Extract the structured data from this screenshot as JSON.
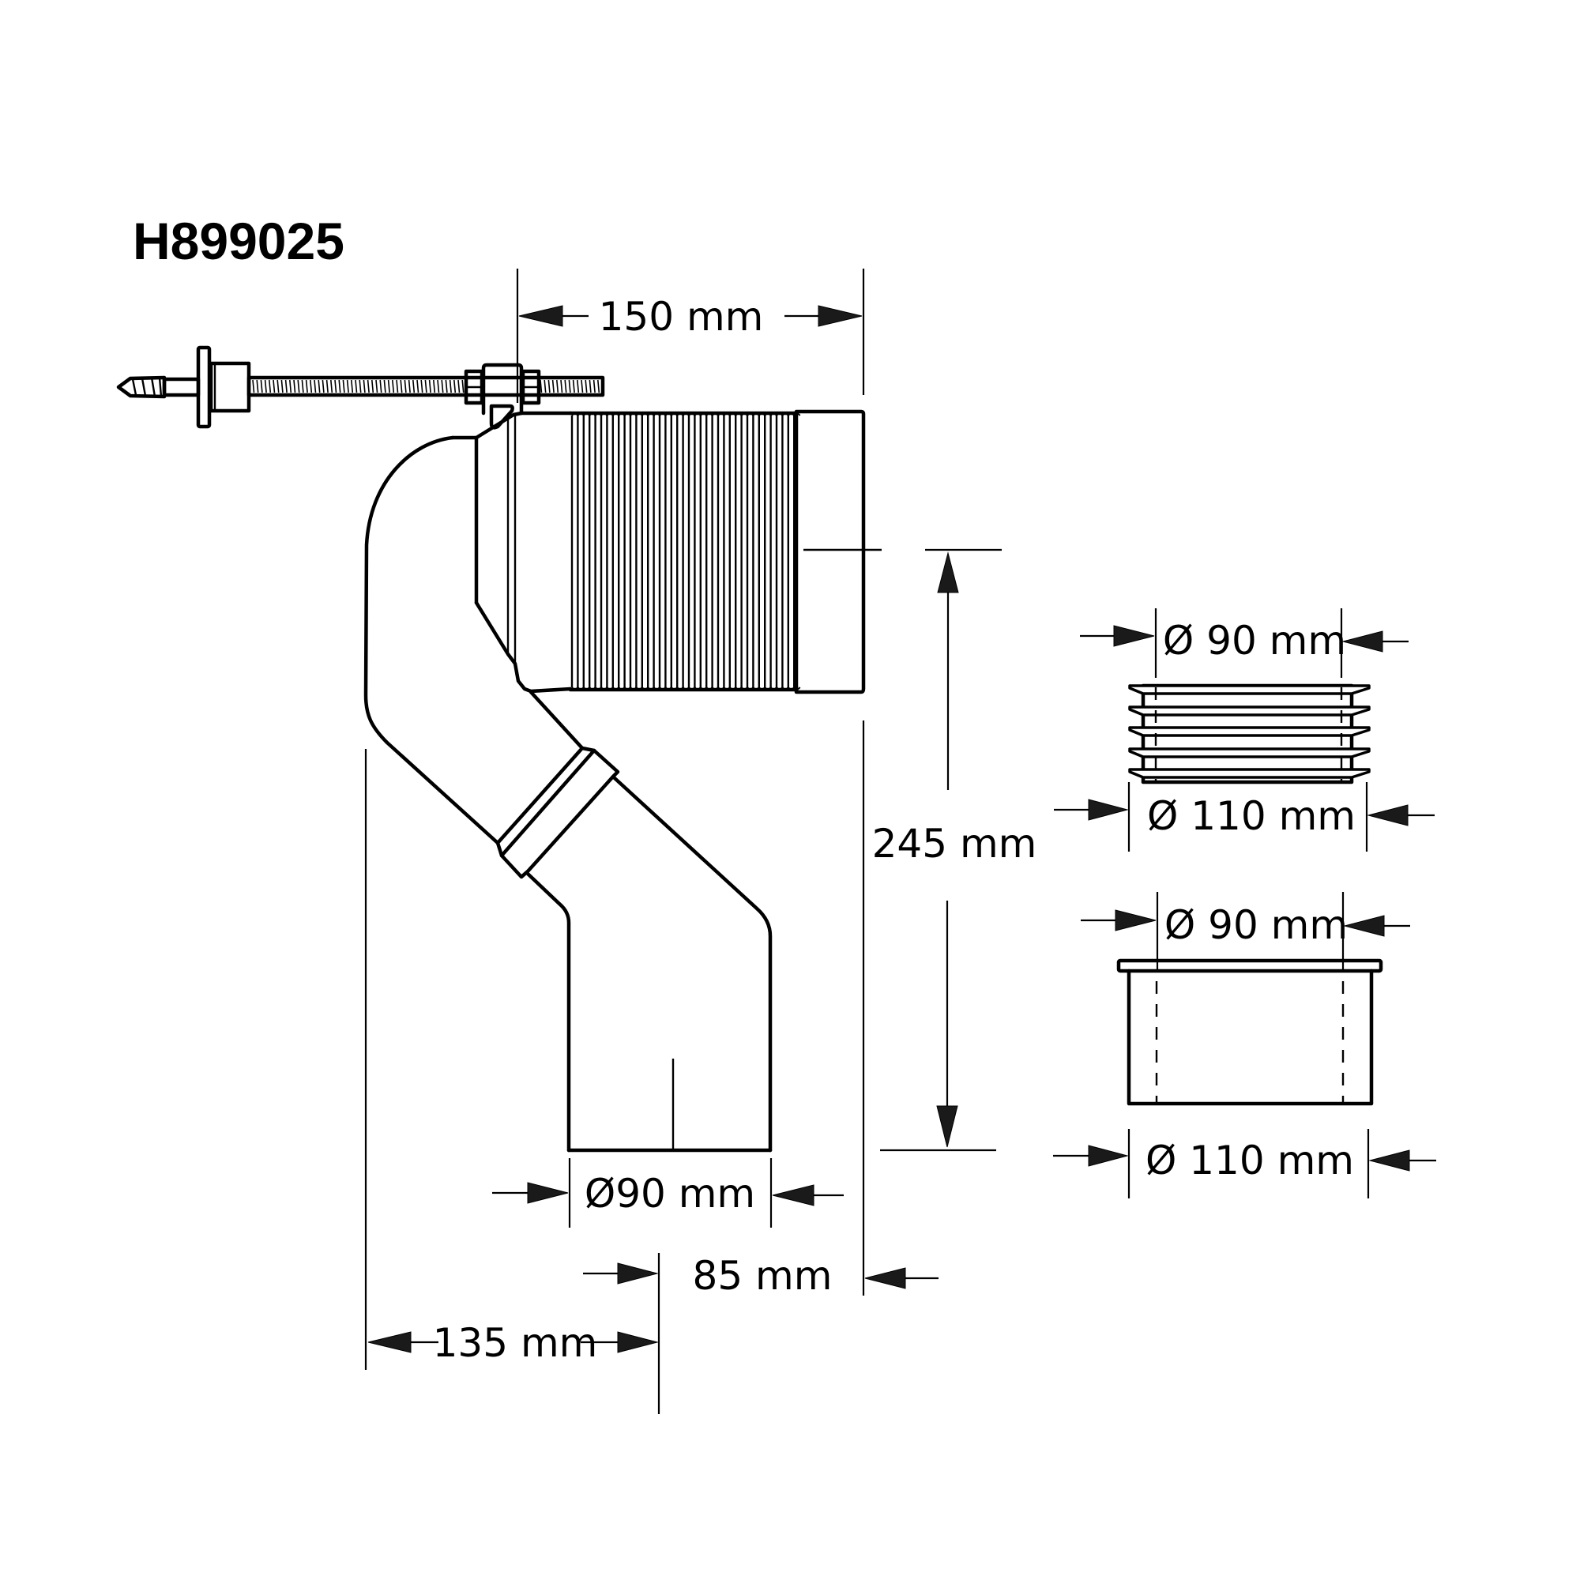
{
  "title": "H899025",
  "colors": {
    "line": "#000000",
    "arrow_fill": "#1a1a1a",
    "background": "#ffffff"
  },
  "main_part": {
    "name": "WC pan connector with wall fixing bolt",
    "dimensions": {
      "outlet_length": "150 mm",
      "height": "245 mm",
      "inlet_diameter": "Ø90 mm",
      "offset_to_outlet_face": "85 mm",
      "offset_to_back": "135 mm"
    }
  },
  "adapters": [
    {
      "name": "ribbed-adapter",
      "inner_label": "Ø 90 mm",
      "outer_label": "Ø 110 mm"
    },
    {
      "name": "plain-adapter",
      "inner_label": "Ø 90 mm",
      "outer_label": "Ø 110 mm"
    }
  ]
}
